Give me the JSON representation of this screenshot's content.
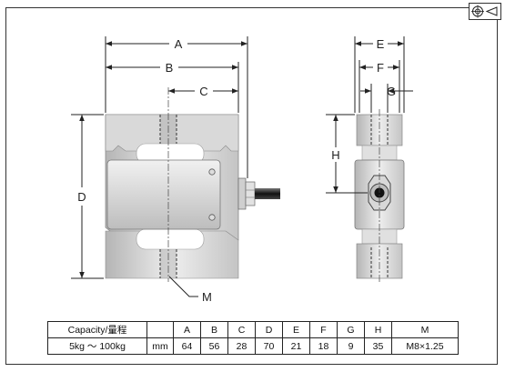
{
  "dimension_labels": {
    "A": "A",
    "B": "B",
    "C": "C",
    "D": "D",
    "E": "E",
    "F": "F",
    "G": "G",
    "H": "H",
    "M": "M"
  },
  "table": {
    "headers": [
      "Capacity/量程",
      "",
      "A",
      "B",
      "C",
      "D",
      "E",
      "F",
      "G",
      "H",
      "M"
    ],
    "row": [
      "5kg ～ 100kg",
      "mm",
      "64",
      "56",
      "28",
      "70",
      "21",
      "18",
      "9",
      "35",
      "M8×1.25"
    ]
  },
  "title_block_icon": "projection-symbol-icon"
}
